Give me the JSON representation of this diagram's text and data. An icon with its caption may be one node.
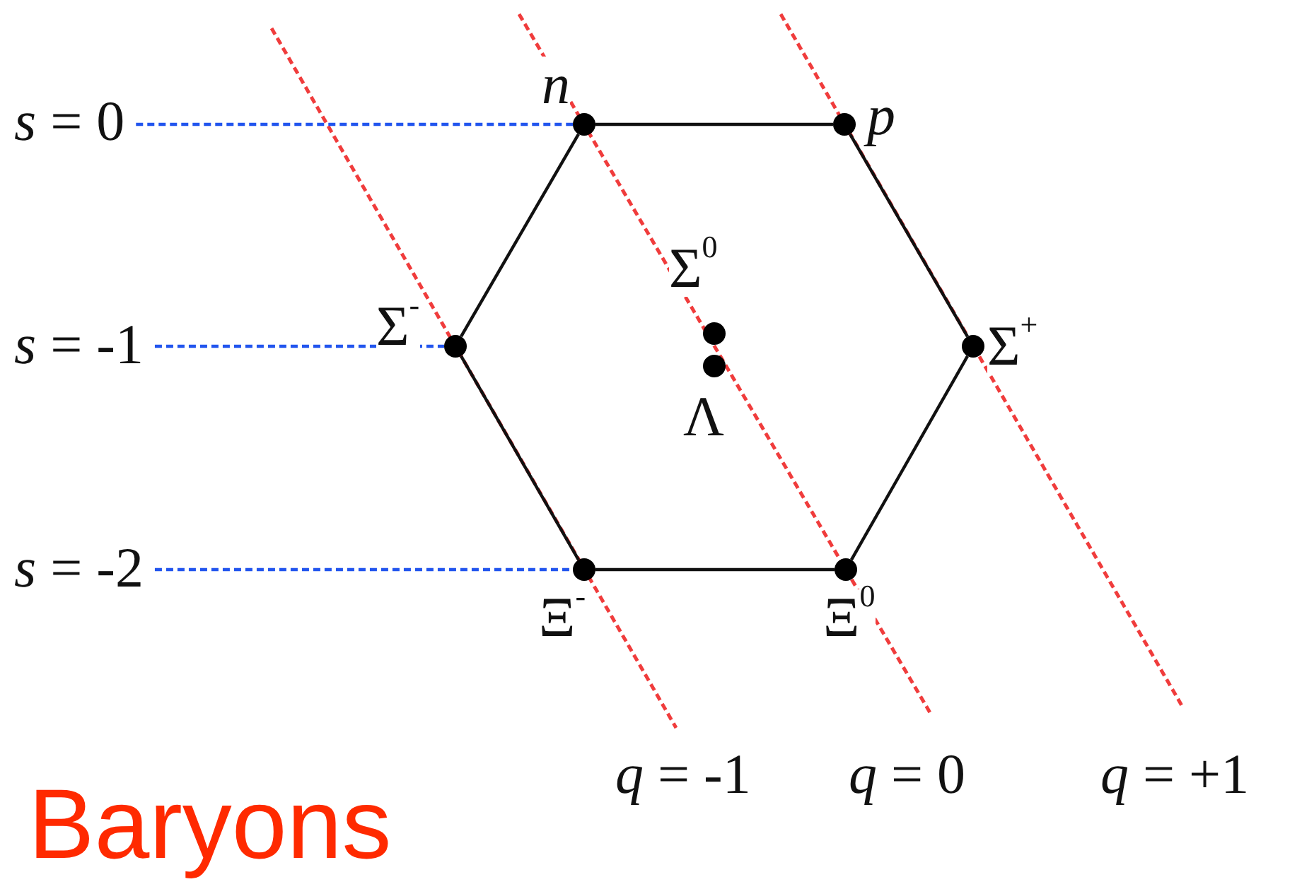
{
  "diagram": {
    "title": "Baryons",
    "nodes": [
      {
        "text": [
          "*s* = 0"
        ]
      },
      {
        "text": [],
        "shape": "circle",
        "beside": [
          "n"
        ]
      },
      {
        "text": [],
        "shape": "circle",
        "beside": [
          "p"
        ]
      },
      {
        "text": [],
        "shape": "circle",
        "beside": [
          "Σ$^{0}$"
        ]
      },
      {
        "text": [
          "*s* = -1"
        ]
      },
      {
        "text": [],
        "shape": "circle",
        "beside": [
          "Σ$^{-}$"
        ]
      },
      {
        "text": [],
        "shape": "circle",
        "beside": [
          "Σ$^{+}$"
        ]
      },
      {
        "text": [],
        "shape": "circle",
        "beside": [
          "Λ"
        ]
      },
      {
        "text": [
          "*s* = -2"
        ]
      },
      {
        "text": [],
        "shape": "circle",
        "beside": [
          "Ξ$^{-}$"
        ]
      },
      {
        "text": [],
        "shape": "circle",
        "beside": [
          "Ξ$^{0}$"
        ]
      }
    ],
    "edges": [
      {
        "from": 1,
        "to": 2,
        "arrow": "none"
      },
      {
        "from": 2,
        "to": 6,
        "arrow": "none"
      },
      {
        "from": 6,
        "to": 10,
        "arrow": "none"
      },
      {
        "from": 10,
        "to": 9,
        "arrow": "none"
      },
      {
        "from": 9,
        "to": 5,
        "arrow": "none"
      },
      {
        "from": 5,
        "to": 1,
        "arrow": "none"
      },
      {
        "from": 0,
        "to": 1,
        "arrow": "none",
        "style": "dashed",
        "color": "#2255ee"
      },
      {
        "from": 4,
        "to": 5,
        "arrow": "none",
        "style": "dashed",
        "color": "#2255ee"
      },
      {
        "from": 8,
        "to": 9,
        "arrow": "none",
        "style": "dashed",
        "color": "#2255ee"
      }
    ],
    "labels": [
      "*q* = -1",
      "*q* = 0",
      "*q* = +1"
    ]
  }
}
